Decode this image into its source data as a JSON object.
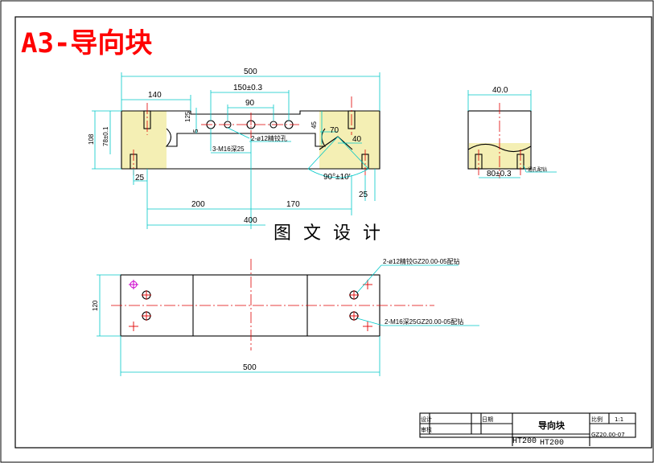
{
  "title": "A3-导向块",
  "watermark": "图 文 设 计",
  "front_view": {
    "dims": {
      "overall": "500",
      "left_width": "140",
      "hole_span": "150±0.3",
      "inner_span": "90",
      "height_total": "108",
      "height_inner": "78±0.1",
      "slot_depth": "125",
      "slot_step": "5",
      "right_height": "45",
      "notch_width": "70",
      "notch_depth": "40",
      "bottom_left": "25",
      "span_200": "200",
      "span_170": "170",
      "span_400": "400",
      "right_offset": "25",
      "angle": "90°±10′"
    },
    "notes": {
      "holes_a": "2-ø12精铰孔",
      "holes_b": "3-M16深25"
    }
  },
  "side_view": {
    "dims": {
      "width": "40.0",
      "hole_spacing": "80±0.3"
    },
    "note": "通孔配钻"
  },
  "top_view": {
    "dims": {
      "length": "500",
      "width": "120"
    },
    "notes": {
      "callout_a": "2-ø12精铰GZ20.00-05配钻",
      "callout_b": "2-M16深25GZ20.00-05配钻"
    }
  },
  "title_block": {
    "label_design": "设计",
    "label_check": "审核",
    "label_date": "日期",
    "part_name": "导向块",
    "scale_label": "比例",
    "scale": "1:1",
    "material_a": "HT200",
    "material_b": "HT200",
    "drawing_no": "GZ20.00-07"
  },
  "colors": {
    "title": "#ff0000",
    "dimension": "#00c8c8",
    "centerline": "#e00000",
    "hatch": "#f4efb4",
    "marker": "#cc00cc"
  }
}
